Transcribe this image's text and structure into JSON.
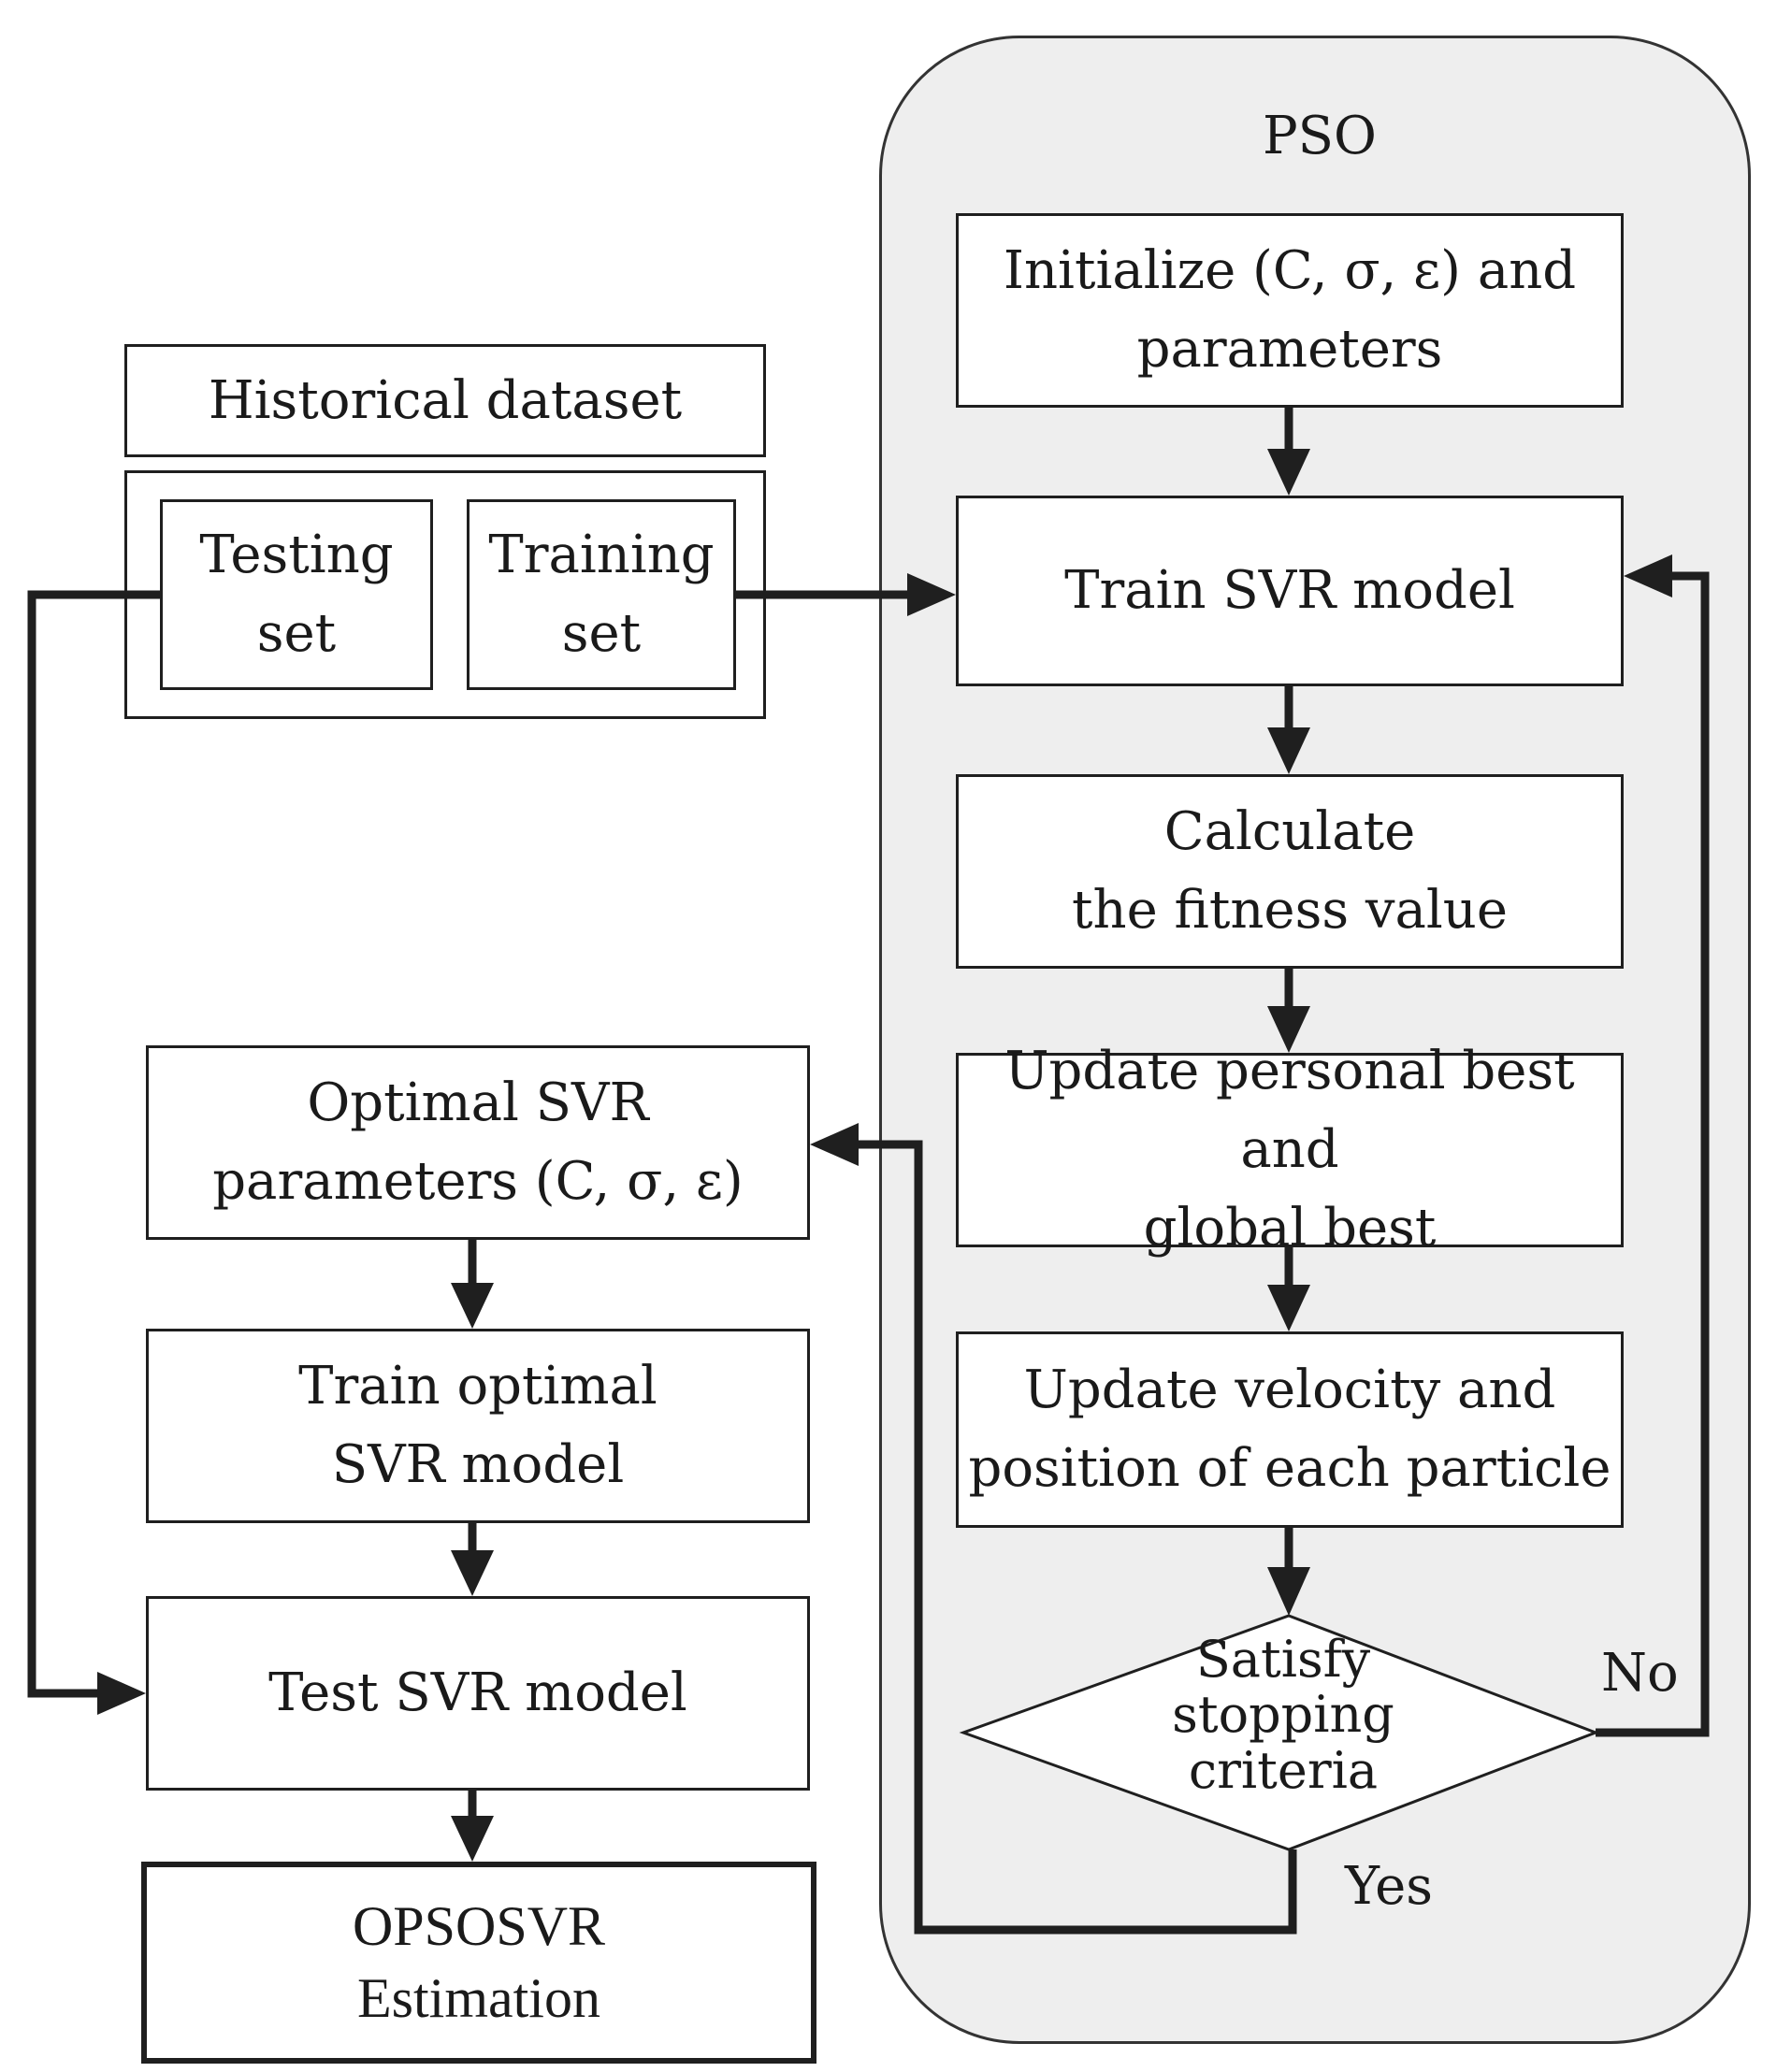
{
  "pso": {
    "title": "PSO"
  },
  "dataset": {
    "title": "Historical dataset",
    "testing": [
      "Testing",
      "set"
    ],
    "training": [
      "Training",
      "set"
    ]
  },
  "steps": {
    "initialize": [
      "Initialize (C, σ, ε) and",
      "parameters"
    ],
    "train_svr": "Train SVR model",
    "fitness": [
      "Calculate",
      "the fitness value"
    ],
    "update_best": [
      "Update personal best and",
      "global best"
    ],
    "update_velocity": [
      "Update velocity and",
      "position of each particle"
    ],
    "decision": [
      "Satisfy",
      "stopping",
      "criteria"
    ]
  },
  "branches": {
    "no": "No",
    "yes": "Yes"
  },
  "outputs": {
    "optimal_params": [
      "Optimal SVR",
      "parameters (C, σ, ε)"
    ],
    "train_optimal": [
      "Train optimal",
      "SVR model"
    ],
    "test_svr": "Test SVR model",
    "estimation": [
      "OPSOSVR",
      "Estimation"
    ]
  }
}
